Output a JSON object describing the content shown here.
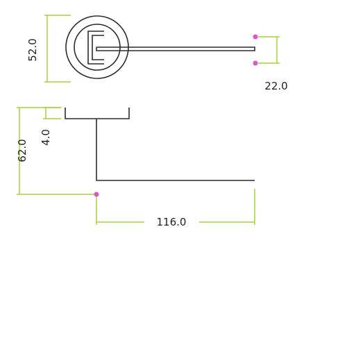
{
  "dimensions": {
    "rose_height": "52.0",
    "lever_offset": "22.0",
    "total_height": "62.0",
    "rose_depth": "4.0",
    "lever_length": "116.0"
  },
  "colors": {
    "outline": "#2b2b2b",
    "dimension_line": "#a6d13a",
    "marker": "#d858c8",
    "text": "#222222"
  }
}
